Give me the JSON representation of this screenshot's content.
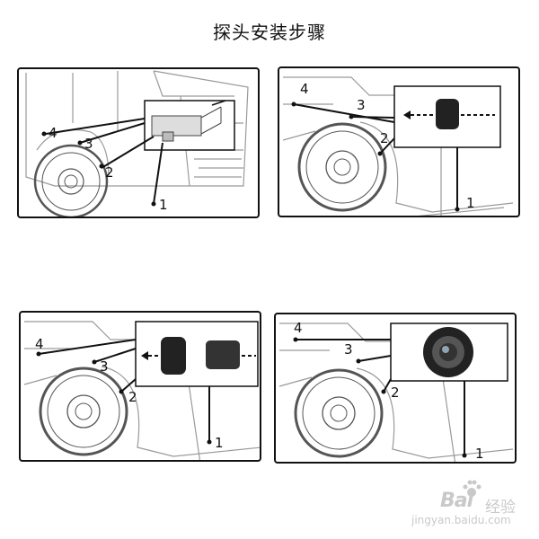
{
  "title": "探头安装步骤",
  "panels": [
    {
      "callouts": [
        "1",
        "2",
        "3",
        "4"
      ]
    },
    {
      "callouts": [
        "1",
        "2",
        "3",
        "4"
      ]
    },
    {
      "callouts": [
        "1",
        "2",
        "3",
        "4"
      ]
    },
    {
      "callouts": [
        "1",
        "2",
        "3",
        "4"
      ]
    }
  ],
  "watermark": {
    "brand": "Bai",
    "brand_suffix": "经验",
    "url": "jingyan.baidu.com"
  },
  "colors": {
    "line": "#111111",
    "truck_outline": "#9a9a9a",
    "watermark": "#c9c9c9"
  }
}
